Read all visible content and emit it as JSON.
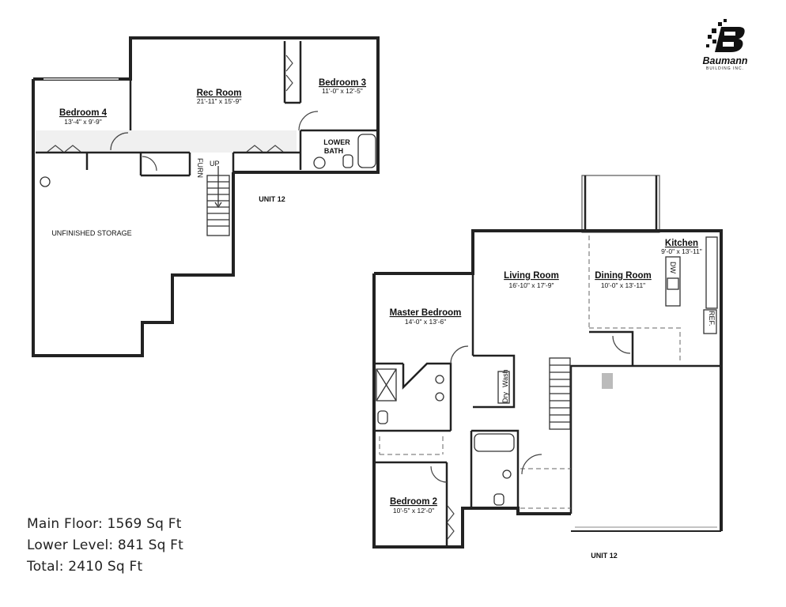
{
  "logo": {
    "name": "Baumann",
    "sub": "BUILDING INC.",
    "letter": "B"
  },
  "totals": {
    "main_floor": "Main Floor: 1569 Sq Ft",
    "lower_level": "Lower Level: 841 Sq Ft",
    "total": "Total: 2410 Sq Ft"
  },
  "lower": {
    "unit": "UNIT 12",
    "rec_room": {
      "name": "Rec Room",
      "dims": "21'-11\" x 15'-9\""
    },
    "bedroom3": {
      "name": "Bedroom 3",
      "dims": "11'-0\" x 12'-5\""
    },
    "bedroom4": {
      "name": "Bedroom 4",
      "dims": "13'-4\" x 9'-9\""
    },
    "lower_bath_1": "LOWER",
    "lower_bath_2": "BATH",
    "furn": "FURN",
    "up": "UP",
    "storage": "UNFINISHED STORAGE"
  },
  "main": {
    "unit": "UNIT 12",
    "kitchen": {
      "name": "Kitchen",
      "dims": "9'-0\" x 13'-11\""
    },
    "living": {
      "name": "Living Room",
      "dims": "16'-10\" x 17'-9\""
    },
    "dining": {
      "name": "Dining Room",
      "dims": "10'-0\" x 13'-11\""
    },
    "master": {
      "name": "Master Bedroom",
      "dims": "14'-0\" x 13'-6\""
    },
    "bedroom2": {
      "name": "Bedroom 2",
      "dims": "10'-5\" x 12'-0\""
    },
    "dw": "DW",
    "ref": "REF.",
    "dry": "Dry",
    "wash": "Wash"
  }
}
